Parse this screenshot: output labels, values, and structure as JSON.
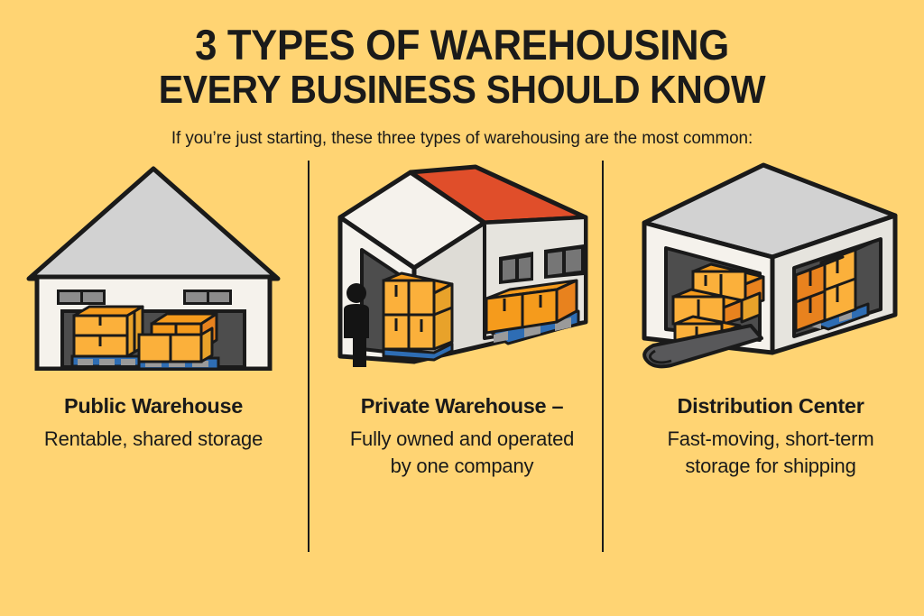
{
  "theme": {
    "background": "#FFD473",
    "text": "#1A1A1A",
    "divider": "#1A1A1A",
    "wall": "#F5F2EC",
    "wall_shade": "#DEDCD6",
    "roof_grey": "#D2D2D2",
    "roof_red": "#E04E2A",
    "interior_dark": "#4D4D4D",
    "box_front": "#FBB03B",
    "box_top": "#F59B1C",
    "box_side": "#E8821E",
    "pallet_blue": "#2E6DB4",
    "pallet_grey": "#9A9A9A",
    "window_pane": "#8C8C8C",
    "outline": "#1A1A1A",
    "person": "#141414",
    "conveyor": "#58585A"
  },
  "header": {
    "title_line_1": "3 TYPES OF WAREHOUSING",
    "title_line_2": "EVERY BUSINESS SHOULD KNOW",
    "subtitle": "If you’re just starting, these three types of warehousing are the most common:"
  },
  "columns": [
    {
      "id": "public-warehouse",
      "heading": "Public Warehouse",
      "description": "Rentable, shared storage",
      "illustration": "warehouse-gable-front-icon"
    },
    {
      "id": "private-warehouse",
      "heading": "Private Warehouse –",
      "description": "Fully owned and operated by one company",
      "illustration": "warehouse-red-roof-isometric-icon"
    },
    {
      "id": "distribution-center",
      "heading": "Distribution Center",
      "description": "Fast-moving, short-term storage for shipping",
      "illustration": "warehouse-conveyor-isometric-icon"
    }
  ]
}
